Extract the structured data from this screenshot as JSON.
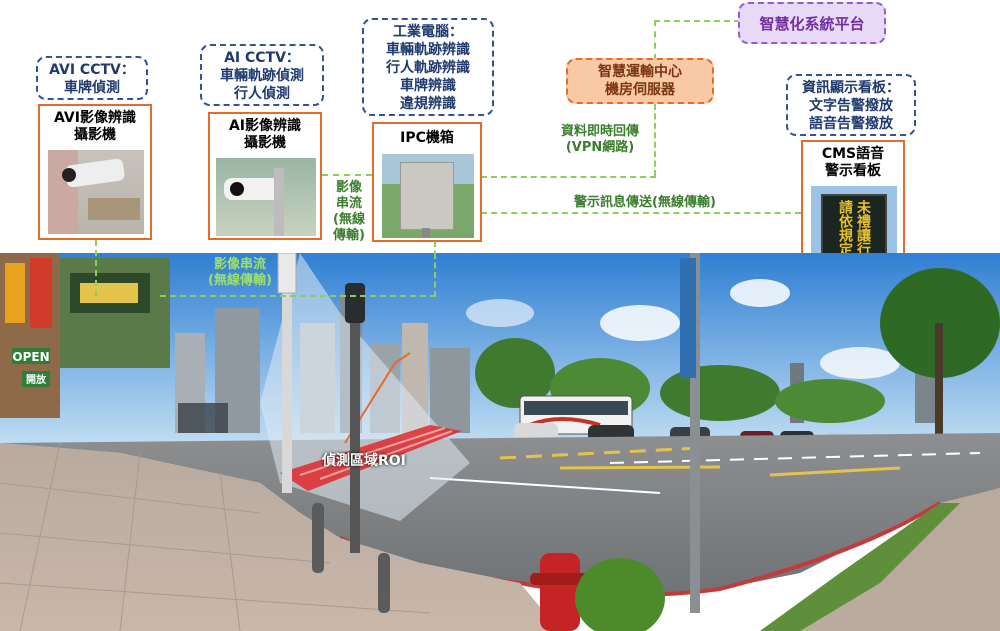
{
  "platform": {
    "label": "智慧化系統平台"
  },
  "server": {
    "line1": "智慧運輸中心",
    "line2": "機房伺服器"
  },
  "cms_info": {
    "line1": "資訊顯示看板：",
    "line2": "文字告警撥放",
    "line3": "語音告警撥放"
  },
  "avi_cctv": {
    "line1": "AVI CCTV：",
    "line2": "車牌偵測"
  },
  "ai_cctv": {
    "line1": "AI CCTV：",
    "line2": "車輛軌跡偵測",
    "line3": "行人偵測"
  },
  "ipc_pc": {
    "line1": "工業電腦：",
    "line2": "車輛軌跡辨識",
    "line3": "行人軌跡辨識",
    "line4": "車牌辨識",
    "line5": "違規辨識"
  },
  "avi_camera": {
    "line1": "AVI影像辨識",
    "line2": "攝影機"
  },
  "ai_camera": {
    "line1": "AI影像辨識",
    "line2": "攝影機"
  },
  "ipc_box": {
    "title": "IPC機箱"
  },
  "cms_board": {
    "line1": "CMS語音",
    "line2": "警示看板",
    "sign_col1": "未禮讓行人偵測中",
    "sign_col2": "請依規定行駛"
  },
  "links": {
    "realtime_line1": "資料即時回傳",
    "realtime_line2": "(VPN網路)",
    "alert": "警示訊息傳送(無線傳輸)",
    "stream_v1": "影像",
    "stream_v2": "串流",
    "stream_v3": "(無線",
    "stream_v4": "傳輸)",
    "stream_h1": "影像串流",
    "stream_h2": "(無線傳輸)"
  },
  "roi": {
    "label": "偵測區域ROI"
  },
  "scene_signs": {
    "shop_open": "OPEN",
    "shop_kai": "開放"
  }
}
